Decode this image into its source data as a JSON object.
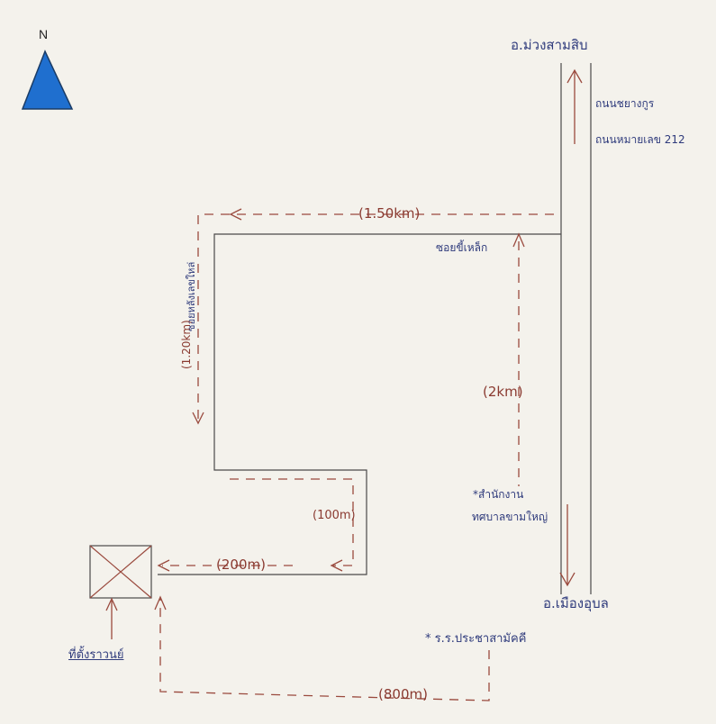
{
  "north": {
    "letter": "N"
  },
  "places": {
    "north_district": "อ.ม่วงสามสิบ",
    "south_district": "อ.เมืองอุบล",
    "road_1": "ถนนชยางกูร",
    "road_2": "ถนนหมายเลข 212",
    "soi_top": "ซอยขี้เหล็ก",
    "soi_left": "ซอยหลังเลขใหล่",
    "office_1": "*สำนักงาน",
    "office_2": "ทศบาลขามใหญ่",
    "school": "* ร.ร.ประชาสามัคคี",
    "destination": "ที่ตั้งราวนย์"
  },
  "distances": {
    "top": "(1.50km)",
    "left": "(1.20km)",
    "right_mid": "(2km)",
    "small_loop": "(100m)",
    "to_target": "(200m)",
    "bottom": "(800m)"
  },
  "colors": {
    "road_line": "#4a4a4a",
    "route": "#9a4a3e",
    "text_blue": "#2f3b7c",
    "north_fill": "#1f6fcf"
  },
  "icons": [
    "north-arrow-icon",
    "destination-box-icon"
  ]
}
